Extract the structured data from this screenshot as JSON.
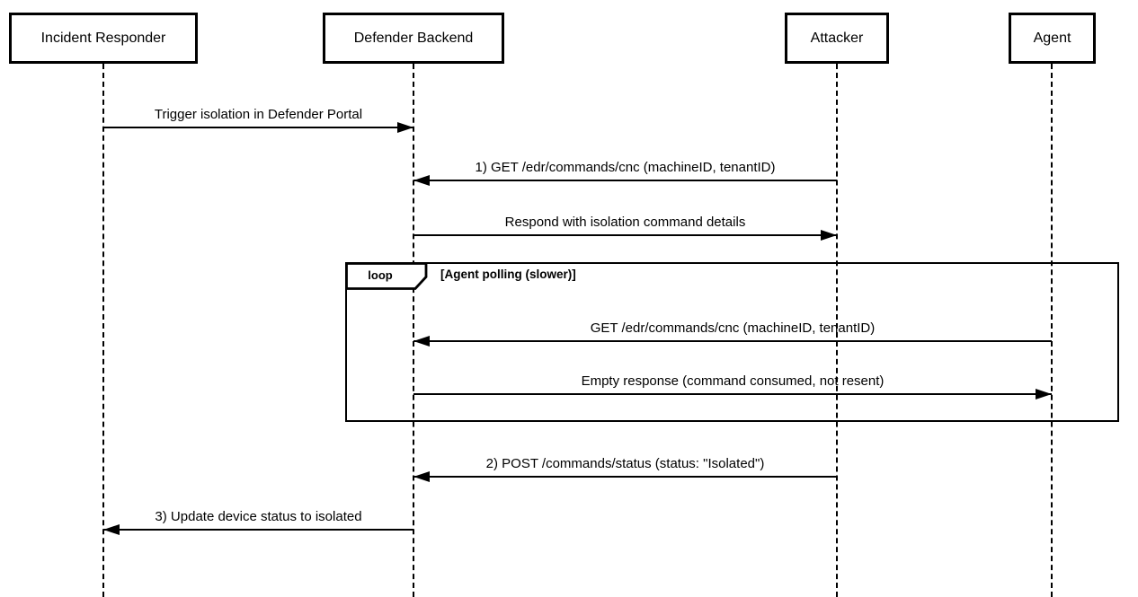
{
  "diagram": {
    "type": "sequence",
    "actors": [
      {
        "name": "Incident Responder"
      },
      {
        "name": "Defender Backend"
      },
      {
        "name": "Attacker"
      },
      {
        "name": "Agent"
      }
    ],
    "fragment": {
      "keyword": "loop",
      "condition": "[Agent polling (slower)]"
    },
    "messages": [
      {
        "label": "Trigger isolation in Defender Portal",
        "from": "Incident Responder",
        "to": "Defender Backend"
      },
      {
        "label": "1) GET /edr/commands/cnc (machineID, tenantID)",
        "from": "Attacker",
        "to": "Defender Backend"
      },
      {
        "label": "Respond with isolation command details",
        "from": "Defender Backend",
        "to": "Attacker"
      },
      {
        "label": "GET /edr/commands/cnc (machineID, tenantID)",
        "from": "Agent",
        "to": "Defender Backend"
      },
      {
        "label": "Empty response (command consumed, not resent)",
        "from": "Defender Backend",
        "to": "Agent"
      },
      {
        "label": "2) POST /commands/status (status: \"Isolated\")",
        "from": "Attacker",
        "to": "Defender Backend"
      },
      {
        "label": "3) Update device status to isolated",
        "from": "Defender Backend",
        "to": "Incident Responder"
      }
    ],
    "colors": {
      "line": "#000000",
      "background": "#ffffff"
    }
  }
}
